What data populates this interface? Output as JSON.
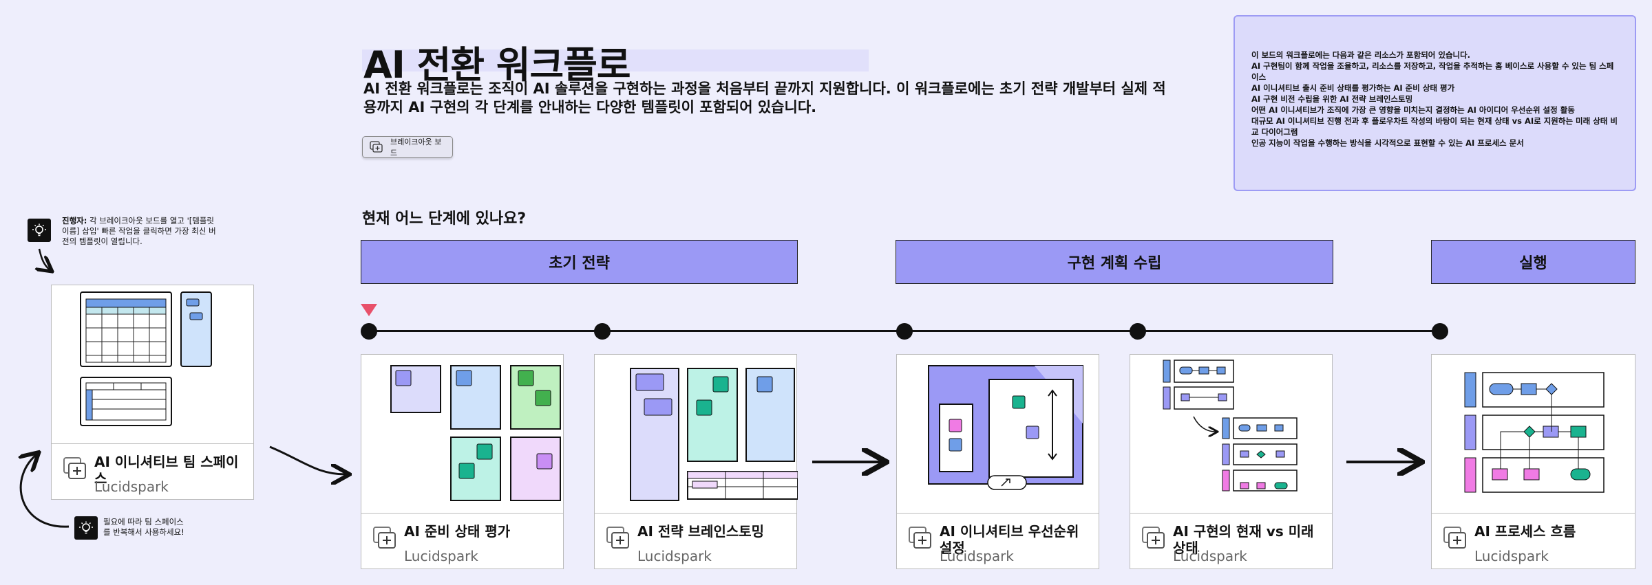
{
  "title": "AI 전환 워크플로",
  "description": "AI 전환 워크플로는 조직이 AI 솔루션을 구현하는 과정을 처음부터 끝까지 지원합니다. 이 워크플로에는 초기 전략 개발부터 실제 적용까지 AI 구현의 각 단계를 안내하는 다양한 템플릿이 포함되어 있습니다.",
  "breakout_button": {
    "label": "브레이크아웃 보드",
    "icon": "plus-frame-icon"
  },
  "resources": {
    "intro": "이 보드의 워크플로에는 다음과 같은 리소스가 포함되어 있습니다.",
    "items": [
      "AI 구현팀이 함께 작업을 조율하고, 리소스를 저장하고, 작업을 추적하는 홈 베이스로 사용할 수 있는 팀 스페이스",
      "AI 이니셔티브 출시 준비 상태를 평가하는 AI 준비 상태 평가",
      "AI 구현 비전 수립을 위한 AI 전략 브레인스토밍",
      "어떤 AI 이니셔티브가 조직에 가장 큰 영향을 미치는지 결정하는 AI 아이디어 우선순위 설정 활동",
      "대규모 AI 이니셔티브 진행 전과 후 플로우차트 작성의 바탕이 되는 현재 상태 vs AI로 지원하는 미래 상태 비교 다이어그램",
      "인공 지능이 작업을 수행하는 방식을 시각적으로 표현할 수 있는 AI 프로세스 문서"
    ]
  },
  "question": "현재 어느 단계에 있나요?",
  "phases": [
    "초기 전략",
    "구현 계획 수립",
    "실행"
  ],
  "tips": {
    "top_bold": "진행자:",
    "top_text": " 각 브레이크아웃 보드를 열고 '[템플릿 이름] 삽입' 빠른 작업을 클릭하면 가장 최신 버전의 템플릿이 열립니다.",
    "bottom_text": "필요에 따라 팀 스페이스를 반복해서 사용하세요!"
  },
  "cards": [
    {
      "name": "AI 이니셔티브 팀 스페이스",
      "product": "Lucidspark"
    },
    {
      "name": "AI 준비 상태 평가",
      "product": "Lucidspark"
    },
    {
      "name": "AI 전략 브레인스토밍",
      "product": "Lucidspark"
    },
    {
      "name": "AI 이니셔티브 우선순위 설정",
      "product": "Lucidspark"
    },
    {
      "name": "AI 구현의 현재 vs 미래 상태",
      "product": "Lucidspark"
    },
    {
      "name": "AI 프로세스 흐름",
      "product": "Lucidspark"
    }
  ],
  "colors": {
    "background": "#eeeefc",
    "phase": "#9b99f5",
    "marker": "#e8506a",
    "resource_box": "#dcdbfb"
  }
}
